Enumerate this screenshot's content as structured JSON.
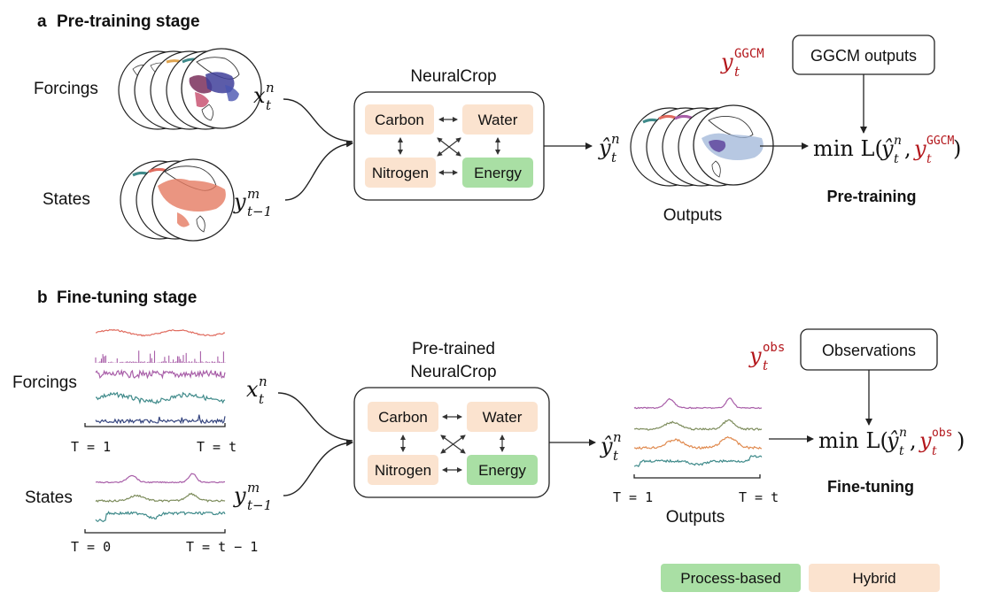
{
  "colors": {
    "hybrid": "#fbe3cf",
    "process_based": "#a9dfa4",
    "obs_red": "#b3161b",
    "line_purple": "#a85ea8",
    "line_olive": "#7d8c5c",
    "line_orange": "#e08a4f",
    "line_teal": "#3f8a8a",
    "line_red": "#e06b5e",
    "line_navy": "#35457f"
  },
  "panel_a": {
    "letter": "a",
    "title": "Pre-training stage",
    "forcings_label": "Forcings",
    "states_label": "States",
    "x_sym": "x",
    "x_sup": "n",
    "x_sub": "t",
    "y_sym": "y",
    "y_sup": "m",
    "y_sub": "t−1",
    "model_title": "NeuralCrop",
    "modules": {
      "carbon": "Carbon",
      "water": "Water",
      "nitrogen": "Nitrogen",
      "energy": "Energy"
    },
    "yhat_sym": "ŷ",
    "yhat_sup": "n",
    "yhat_sub": "t",
    "outputs_label": "Outputs",
    "target_sym": "y",
    "target_sup": "GGCM",
    "target_sub": "t",
    "target_box": "GGCM outputs",
    "loss_prefix": "min L(",
    "loss_comma": ",",
    "loss_suffix": ")",
    "loss_caption": "Pre-training"
  },
  "panel_b": {
    "letter": "b",
    "title": "Fine-tuning stage",
    "forcings_label": "Forcings",
    "states_label": "States",
    "x_sym": "x",
    "x_sup": "n",
    "x_sub": "t",
    "y_sym": "y",
    "y_sup": "m",
    "y_sub": "t−1",
    "model_title_line1": "Pre-trained",
    "model_title_line2": "NeuralCrop",
    "modules": {
      "carbon": "Carbon",
      "water": "Water",
      "nitrogen": "Nitrogen",
      "energy": "Energy"
    },
    "yhat_sym": "ŷ",
    "yhat_sup": "n",
    "yhat_sub": "t",
    "outputs_label": "Outputs",
    "forcing_t_start": "T = 1",
    "forcing_t_end": "T = t",
    "state_t_start": "T = 0",
    "state_t_end": "T = t − 1",
    "output_t_start": "T = 1",
    "output_t_end": "T = t",
    "target_sym": "y",
    "target_sup": "obs",
    "target_sub": "t",
    "target_box": "Observations",
    "loss_prefix": "min L(",
    "loss_comma": ",",
    "loss_suffix": ")",
    "loss_caption": "Fine-tuning"
  },
  "legend": {
    "process_based": "Process-based",
    "hybrid": "Hybrid"
  }
}
